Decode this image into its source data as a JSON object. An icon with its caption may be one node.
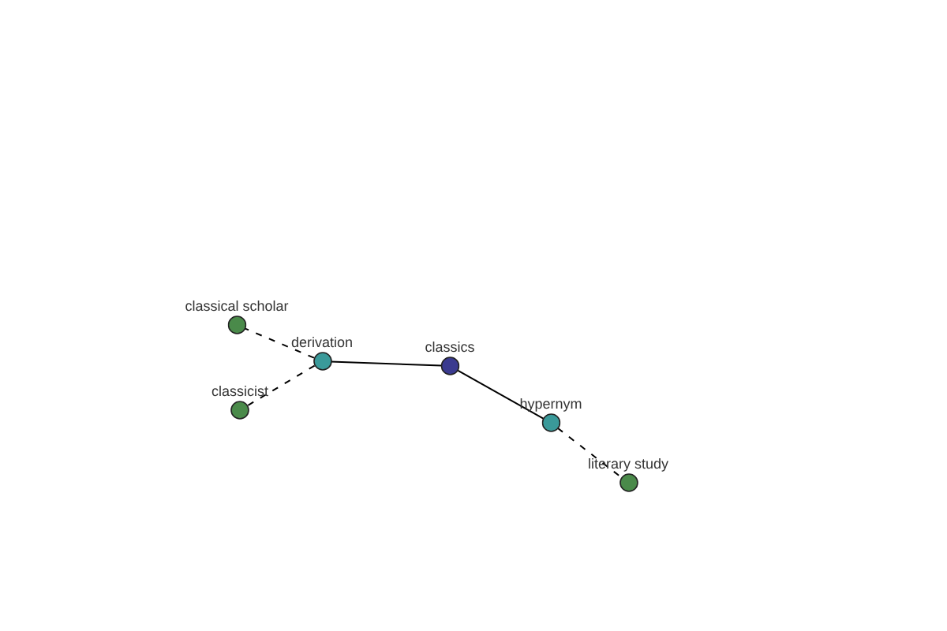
{
  "diagram": {
    "nodes": [
      {
        "text": [
          "classical scholar"
        ]
      },
      {
        "text": [
          "derivation"
        ]
      },
      {
        "text": [
          "classics"
        ]
      },
      {
        "text": [
          "classicist"
        ]
      },
      {
        "text": [
          "hypernym"
        ]
      },
      {
        "text": [
          "literary study"
        ]
      }
    ],
    "edges": [
      {
        "from": 2,
        "to": 1,
        "arrow": "none"
      },
      {
        "from": 1,
        "to": 0,
        "arrow": "none",
        "style": "dashed"
      },
      {
        "from": 1,
        "to": 3,
        "arrow": "none",
        "style": "dashed"
      },
      {
        "from": 2,
        "to": 4,
        "arrow": "none"
      },
      {
        "from": 4,
        "to": 5,
        "arrow": "none",
        "style": "dashed"
      }
    ]
  }
}
